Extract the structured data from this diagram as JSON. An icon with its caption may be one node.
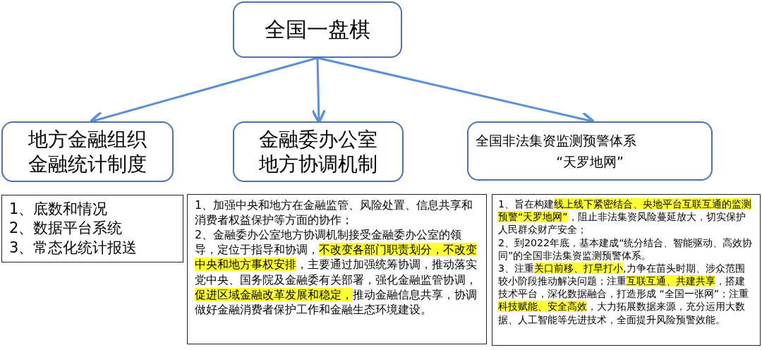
{
  "diagram": {
    "nodes": [
      {
        "text": [
          "全国一盘棋"
        ]
      },
      {
        "text": [
          "地方金融组织金融统计制度"
        ]
      },
      {
        "text": [
          "金融委办公室地方协调机制"
        ]
      },
      {
        "text": [
          "全国非法集资监测预警体系",
          "“天罗地网”"
        ]
      },
      {
        "text": [
          "1、底数和情况",
          "2、数据平台系统",
          "3、常态化统计报送"
        ]
      },
      {
        "text": [
          "1、加强中央和地方在金融监管、风险处置、信息共享和消费者权益保护等方面的协作；",
          "2、金融委办公室地方协调机制接受金融委办公室的领导，定位于指导和协调，**不改变各部门职责划分，不改变中央和地方事权安排**，主要通过加强统筹协调，推动落实党中央、国务院及金融委有关部署，强化金融监管协调，**促进区域金融改革发展和稳定，**推动金融信息共享，协调做好金融消费者保护工作和金融生态环境建设。"
        ]
      },
      {
        "text": [
          "1、旨在构建**线上线下紧密结合、央地平台互联互通的监测预警“天罗地网”**，阻止非法集资风险蔓延放大，切实保护人民群众财产安全；",
          "2、到2022年底，基本建成“统分结合、智能驱动、高效协同”的全国非法集资监测预警体系。",
          "3、注重**关口前移、打早打小**,力争在苗头时期、涉众范围较小阶段推动解决问题；注重**互联互通、共建共享**，搭建技术平台，深化数据融合，打造形成 “全国一张网”；注重**科技赋能、安全高效**，大力拓展数据来源，充分运用大数据、人工智能等先进技术，全面提升风险预警效能。"
        ]
      }
    ],
    "edges": [
      {
        "from": 0,
        "to": 1,
        "arrow": "to"
      },
      {
        "from": 0,
        "to": 2,
        "arrow": "to"
      },
      {
        "from": 0,
        "to": 3,
        "arrow": "to"
      }
    ]
  }
}
